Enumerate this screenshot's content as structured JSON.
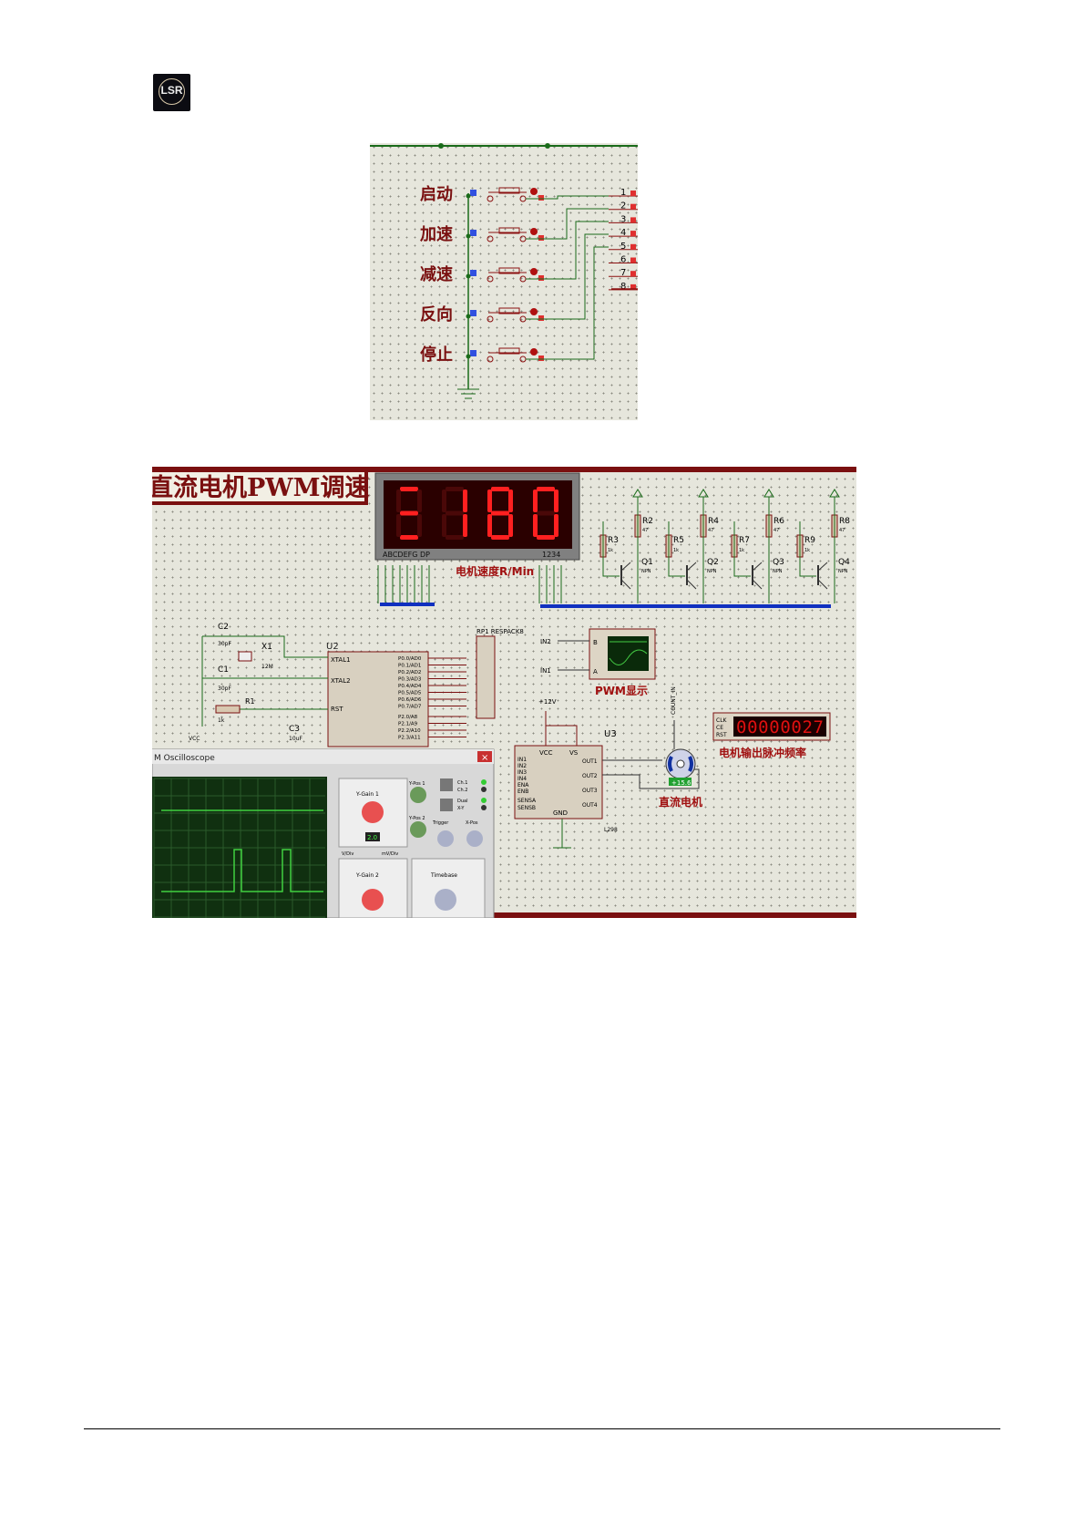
{
  "logo": {
    "text": "LSR"
  },
  "figure1": {
    "buttons": [
      "启动",
      "加速",
      "减速",
      "反向",
      "停止"
    ],
    "pins": [
      "1",
      "2",
      "3",
      "4",
      "5",
      "6",
      "7",
      "8"
    ]
  },
  "figure2": {
    "title": "直流电机PWM调速",
    "speed_display": {
      "digits": [
        "≡",
        "1",
        "8",
        "0"
      ],
      "pin_labels_left": "ABCDEFG  DP",
      "pin_labels_right": "1234",
      "caption": "电机速度R/Min"
    },
    "transistors": [
      {
        "r_base": "R3",
        "r_top": "R2",
        "q": "Q1"
      },
      {
        "r_base": "R5",
        "r_top": "R4",
        "q": "Q2"
      },
      {
        "r_base": "R7",
        "r_top": "R6",
        "q": "Q3"
      },
      {
        "r_base": "R9",
        "r_top": "R8",
        "q": "Q4"
      }
    ],
    "npn_label": "NPN",
    "r_base_value": "1k",
    "r_top_value": "47",
    "mcu": {
      "ref": "U2",
      "pins_left": [
        "XTAL1",
        "XTAL2",
        "RST"
      ],
      "pins_right": [
        "P0.0/AD0",
        "P0.1/AD1",
        "P0.2/AD2",
        "P0.3/AD3",
        "P0.4/AD4",
        "P0.5/AD5",
        "P0.6/AD6",
        "P0.7/AD7",
        "P2.0/A8",
        "P2.1/A9",
        "P2.2/A10",
        "P2.3/A11"
      ]
    },
    "passives": {
      "c1": "C1",
      "c2": "C2",
      "c3": "C3",
      "x1": "X1",
      "r1": "R1",
      "rp1": "RP1 RESPACK8",
      "cap_value": "30pF",
      "c3_value": "10uF",
      "x1_value": "12M",
      "r1_value": "1k",
      "vcc": "VCC"
    },
    "scope_symbol": {
      "caption": "PWM显示",
      "in_a": "A",
      "in_b": "B",
      "net_a": "IN1",
      "net_b": "IN2"
    },
    "driver": {
      "ref": "U3",
      "part": "L298",
      "pins_left": [
        "IN1",
        "IN2",
        "IN3",
        "IN4",
        "ENA",
        "ENB",
        "SENSA",
        "SENSB"
      ],
      "pins_right": [
        "OUT1",
        "OUT2",
        "OUT3",
        "OUT4"
      ],
      "top": [
        "VCC",
        "VS"
      ],
      "gnd": "GND",
      "supply": "+12V"
    },
    "motor": {
      "caption": "直流电机",
      "reading": "+15.6",
      "count_net": "COUNT_IN"
    },
    "counter": {
      "value": "00000027",
      "pins": [
        "CLK",
        "CE",
        "RST"
      ],
      "caption": "电机输出脉冲频率"
    },
    "oscilloscope": {
      "title": "M Oscilloscope",
      "ygain1": "Y-Gain 1",
      "ygain2": "Y-Gain 2",
      "timebase": "Timebase",
      "trigger": "Trigger",
      "xpos": "X-Pos",
      "ypos1": "Y-Pos 1",
      "ypos2": "Y-Pos 2",
      "ch1": "Ch.1",
      "ch2": "Ch.2",
      "dual": "Dual",
      "xy": "X-Y",
      "readout": "2.0",
      "vdiv": "V/Div",
      "mvdiv": "mV/Div",
      "close": "×"
    }
  }
}
